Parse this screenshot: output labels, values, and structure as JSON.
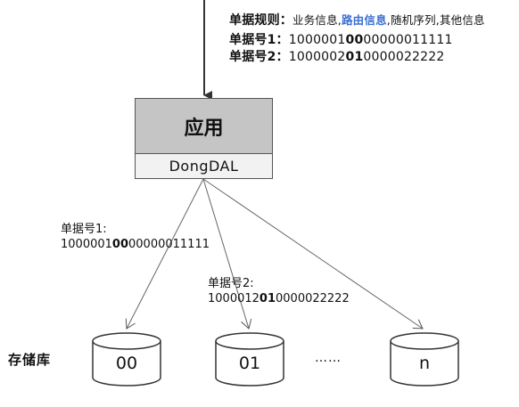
{
  "rules": {
    "title_label": "单据规则：",
    "part_business": "业务信息,",
    "part_route": "路由信息",
    "part_rest": ",随机序列,其他信息",
    "doc1_label": "单据号1：",
    "doc1_pre": "1000001",
    "doc1_bold": "00",
    "doc1_post": "00000011111",
    "doc2_label": "单据号2：",
    "doc2_pre": "1000002",
    "doc2_bold": "01",
    "doc2_post": "0000022222"
  },
  "app": {
    "title": "应用",
    "subtitle": "DongDAL"
  },
  "left_doc": {
    "label": "单据号1:",
    "pre": "1000001",
    "bold": "00",
    "post": "00000011111"
  },
  "mid_doc": {
    "label": "单据号2:",
    "pre": "1000012",
    "bold": "01",
    "post": "0000022222"
  },
  "storage": {
    "label": "存储库",
    "dbs": [
      "00",
      "01",
      "n"
    ],
    "ellipsis": "……"
  },
  "colors": {
    "route_highlight": "#3b6fd1",
    "app_fill": "#c5c5c5",
    "sub_fill": "#f2f2f2",
    "stroke": "#555555"
  }
}
